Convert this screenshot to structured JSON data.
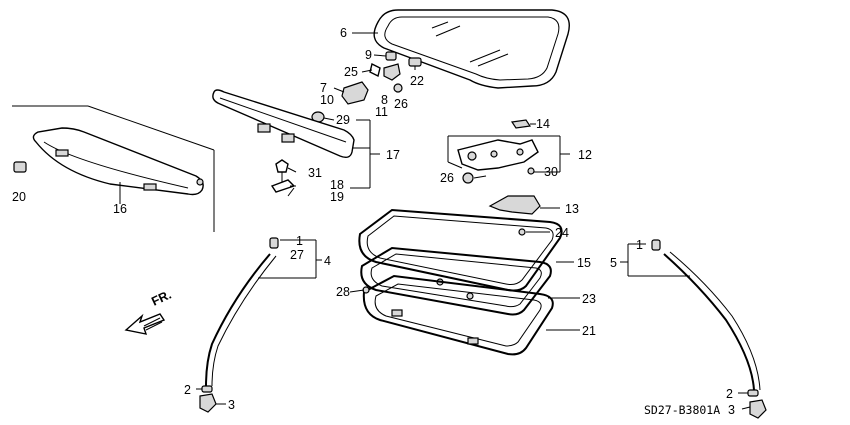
{
  "diagram_code": "SD27-B3801A",
  "direction_label": "FR.",
  "callouts": {
    "c1a": "1",
    "c1b": "1",
    "c2a": "2",
    "c2b": "2",
    "c3a": "3",
    "c3b": "3",
    "c4": "4",
    "c5": "5",
    "c6": "6",
    "c7": "7",
    "c8": "8",
    "c9": "9",
    "c10": "10",
    "c11": "11",
    "c12": "12",
    "c13": "13",
    "c14": "14",
    "c15": "15",
    "c16": "16",
    "c17": "17",
    "c18": "18",
    "c19": "19",
    "c20": "20",
    "c21": "21",
    "c22": "22",
    "c23": "23",
    "c24": "24",
    "c25": "25",
    "c26a": "26",
    "c26b": "26",
    "c27": "27",
    "c28": "28",
    "c29": "29",
    "c30": "30",
    "c31": "31"
  }
}
